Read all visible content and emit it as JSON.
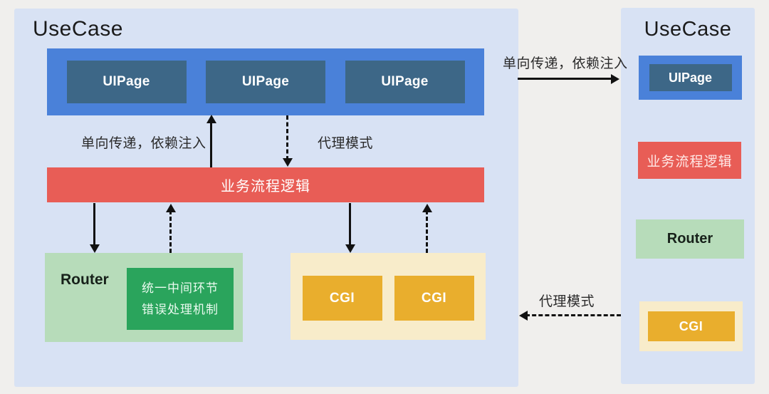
{
  "left_panel": {
    "title": "UseCase",
    "uipages": [
      "UIPage",
      "UIPage",
      "UIPage"
    ],
    "logic_label": "业务流程逻辑",
    "router": {
      "label": "Router",
      "inner_line1": "统一中间环节",
      "inner_line2": "错误处理机制"
    },
    "cgis": [
      "CGI",
      "CGI"
    ]
  },
  "right_panel": {
    "title": "UseCase",
    "uipage": "UIPage",
    "logic_label": "业务流程逻辑",
    "router_label": "Router",
    "cgi_label": "CGI"
  },
  "annotations": {
    "inner_dependency_label": "单向传递，依赖注入",
    "inner_proxy_label": "代理模式",
    "cross_dependency_label": "单向传递，依赖注入",
    "cross_proxy_label": "代理模式"
  },
  "colors": {
    "page_background": "#f0efed",
    "panel_background": "#d8e2f4",
    "uipage_bar_blue": "#4a81d9",
    "uipage_box_slate": "#3d6787",
    "logic_red": "#e85d56",
    "router_light_green": "#b7dcba",
    "router_inner_green": "#2aa45c",
    "cgi_cream": "#f8ecca",
    "cgi_orange": "#e9ae2d",
    "arrow_black": "#111111"
  }
}
